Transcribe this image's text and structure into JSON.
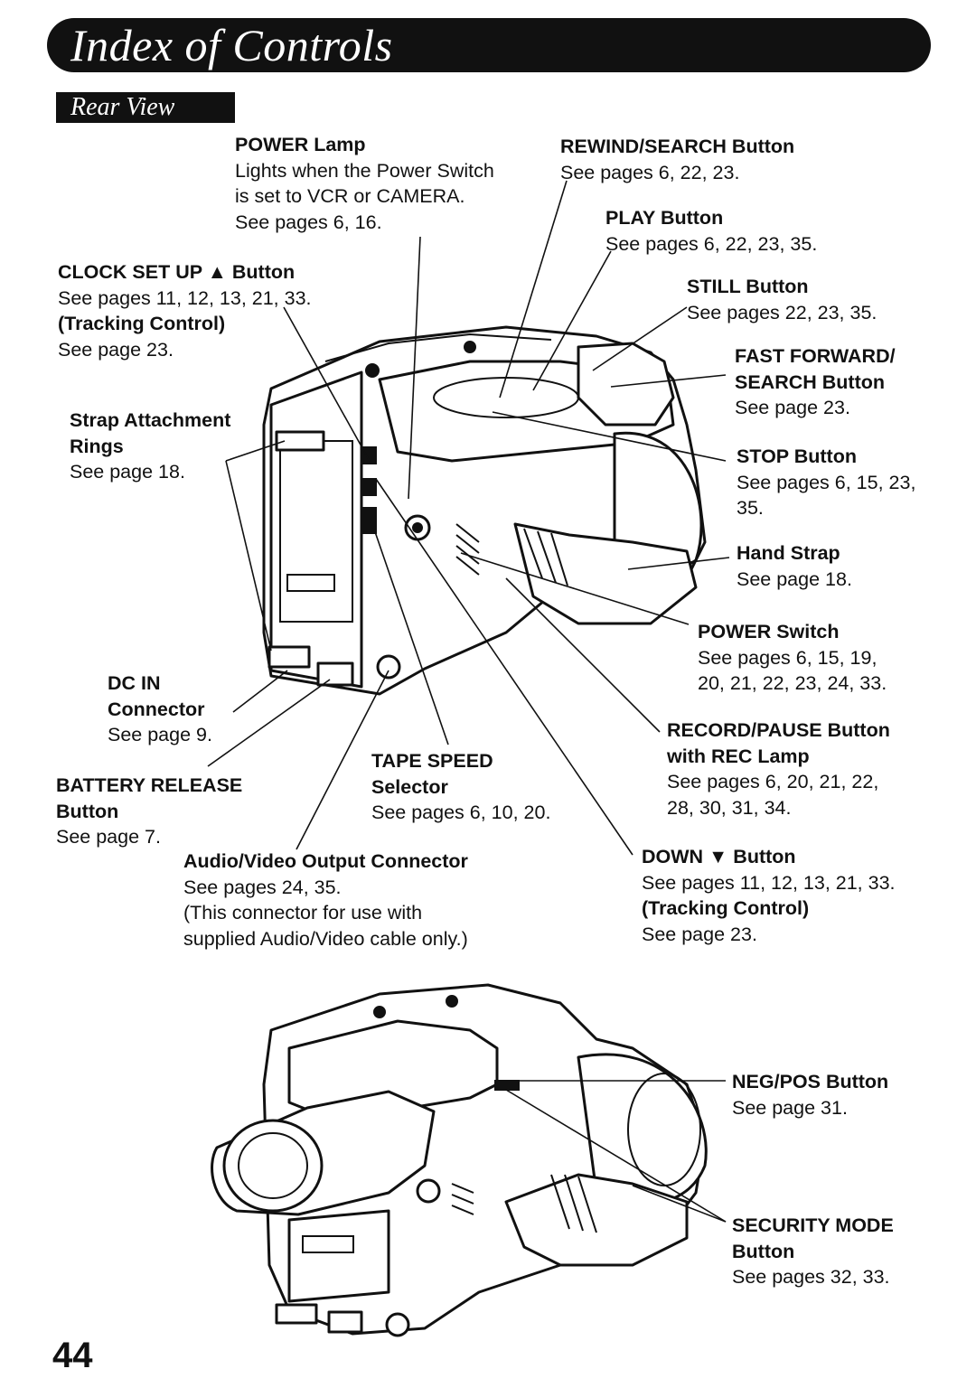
{
  "header": {
    "title": "Index of Controls",
    "subtitle": "Rear View"
  },
  "callouts": {
    "power_lamp": {
      "name": "POWER Lamp",
      "lines": [
        "Lights when the Power Switch",
        "is set to VCR or CAMERA.",
        "See pages 6, 16."
      ]
    },
    "rewind_search": {
      "name": "REWIND/SEARCH Button",
      "lines": [
        "See pages 6, 22, 23."
      ]
    },
    "play": {
      "name": "PLAY Button",
      "lines": [
        "See pages 6, 22, 23, 35."
      ]
    },
    "clock_set_up": {
      "name": "CLOCK SET UP ▲ Button",
      "lines": [
        "See pages 11, 12, 13, 21, 33."
      ],
      "extra_name": "(Tracking Control)",
      "extra_lines": [
        "See page 23."
      ]
    },
    "still": {
      "name": "STILL Button",
      "lines": [
        "See pages 22, 23, 35."
      ]
    },
    "fast_forward": {
      "name_lines": [
        "FAST FORWARD/",
        "SEARCH Button"
      ],
      "lines": [
        "See page 23."
      ]
    },
    "strap_rings": {
      "name_lines": [
        "Strap Attachment",
        "Rings"
      ],
      "lines": [
        "See page 18."
      ]
    },
    "stop": {
      "name": "STOP Button",
      "lines": [
        "See pages 6, 15, 23,",
        "35."
      ]
    },
    "hand_strap": {
      "name": "Hand Strap",
      "lines": [
        "See page 18."
      ]
    },
    "power_switch": {
      "name": "POWER Switch",
      "lines": [
        "See pages 6, 15, 19,",
        "20, 21, 22, 23, 24, 33."
      ]
    },
    "dc_in": {
      "name_lines": [
        "DC IN",
        "Connector"
      ],
      "lines": [
        "See page 9."
      ]
    },
    "record_pause": {
      "name_lines": [
        "RECORD/PAUSE Button",
        "with REC Lamp"
      ],
      "lines": [
        "See pages 6, 20, 21, 22,",
        "28, 30, 31, 34."
      ]
    },
    "tape_speed": {
      "name_lines": [
        "TAPE SPEED",
        "Selector"
      ],
      "lines": [
        "See pages 6, 10, 20."
      ]
    },
    "battery_release": {
      "name_lines": [
        "BATTERY RELEASE",
        "Button"
      ],
      "lines": [
        "See page 7."
      ]
    },
    "av_output": {
      "name": "Audio/Video Output  Connector",
      "lines": [
        "See pages 24, 35.",
        "(This connector for use with",
        "supplied Audio/Video cable only.)"
      ]
    },
    "down": {
      "name": "DOWN ▼ Button",
      "lines": [
        "See pages 11, 12, 13, 21, 33."
      ],
      "extra_name": "(Tracking Control)",
      "extra_lines": [
        "See page 23."
      ]
    },
    "neg_pos": {
      "name": "NEG/POS Button",
      "lines": [
        "See page 31."
      ]
    },
    "security_mode": {
      "name_lines": [
        "SECURITY MODE",
        "Button"
      ],
      "lines": [
        "See pages 32, 33."
      ]
    }
  },
  "page_number": "44"
}
